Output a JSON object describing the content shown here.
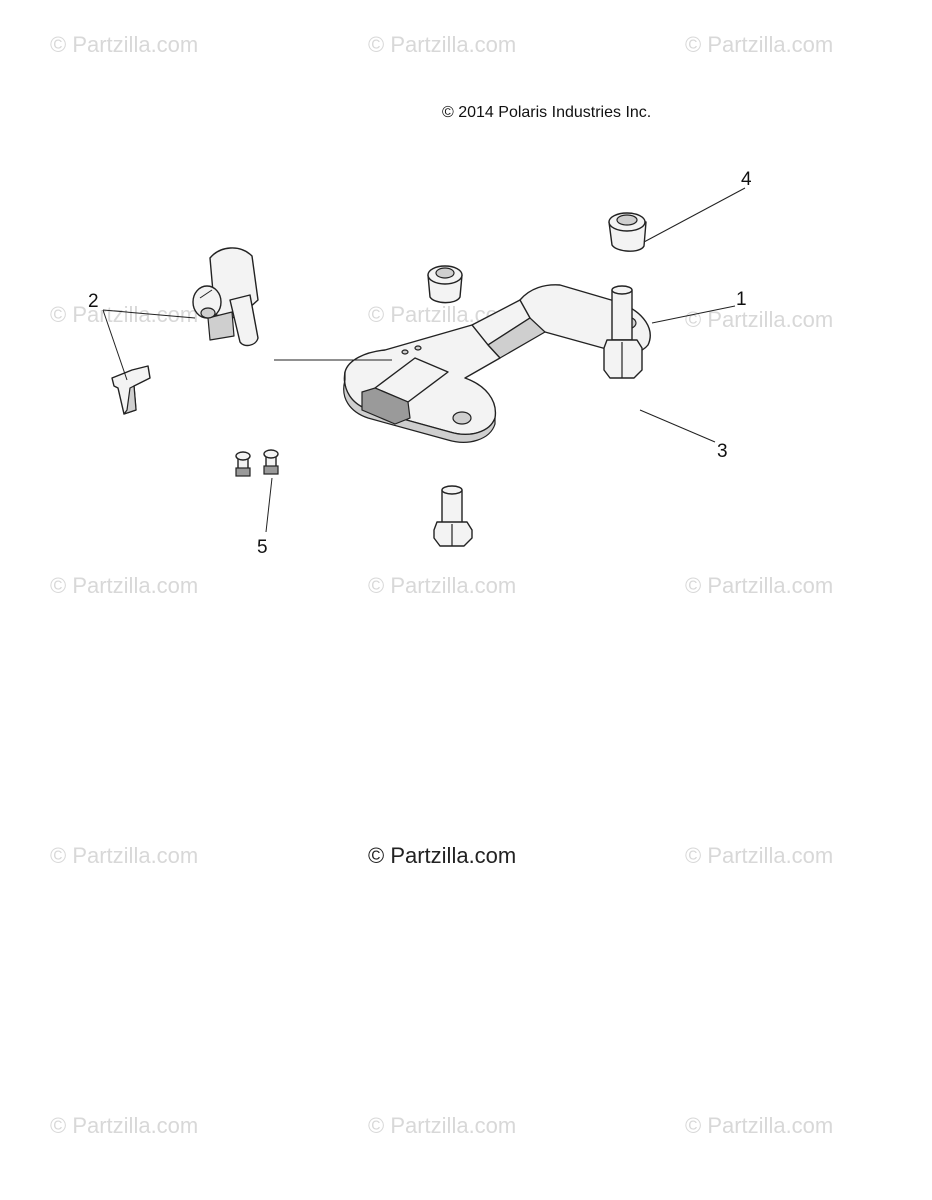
{
  "copyright": "© 2014 Polaris Industries Inc.",
  "watermark": "© Partzilla.com",
  "watermark_center": "© Partzilla.com",
  "callouts": {
    "c1": "1",
    "c2": "2",
    "c3": "3",
    "c4": "4",
    "c5": "5"
  }
}
